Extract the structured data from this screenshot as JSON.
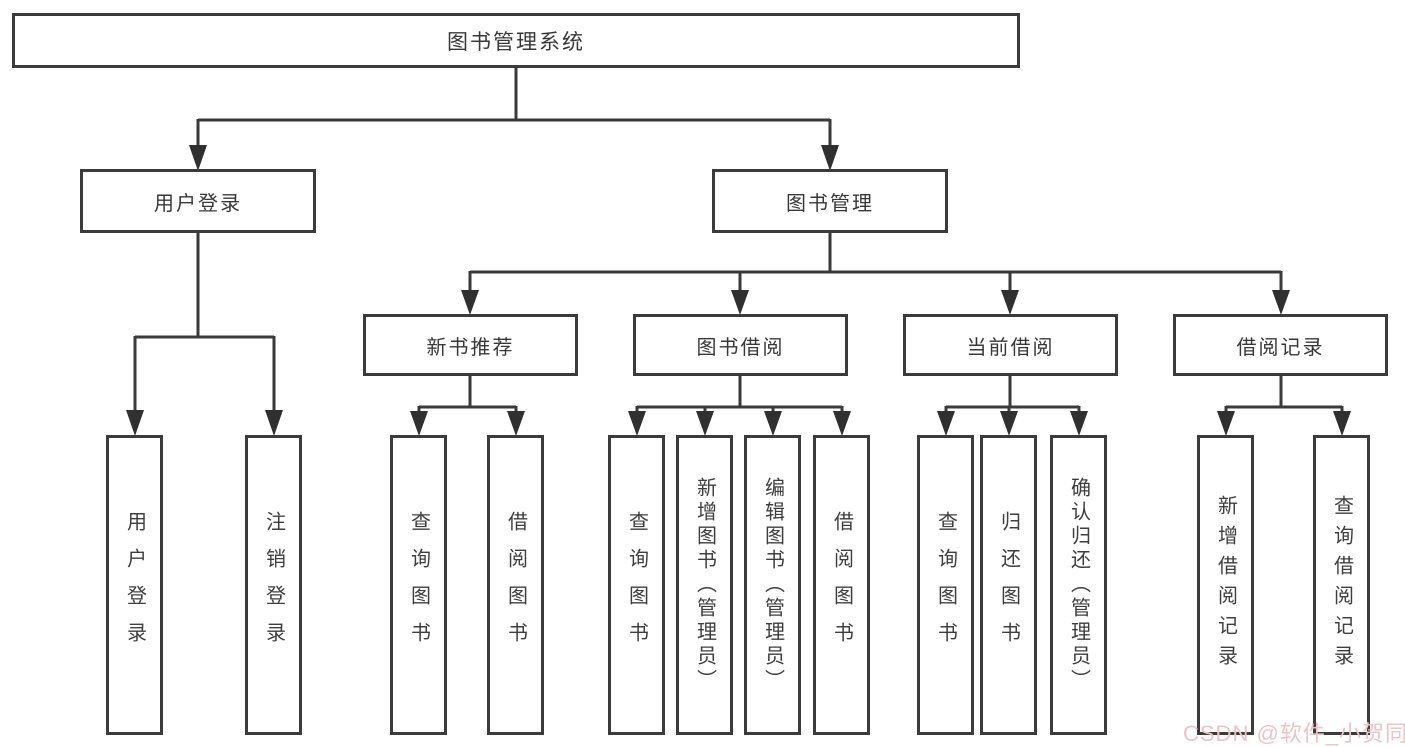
{
  "diagram": {
    "nodes": {
      "book_system": {
        "label": "图书管理系统"
      },
      "user_login": {
        "label": "用户登录"
      },
      "book_management": {
        "label": "图书管理"
      },
      "new_book_recommend": {
        "label": "新书推荐"
      },
      "book_borrowing": {
        "label": "图书借阅"
      },
      "current_borrowing": {
        "label": "当前借阅"
      },
      "borrowing_records": {
        "label": "借阅记录"
      },
      "leaf_user_login": {
        "label": "用户登录"
      },
      "leaf_logout": {
        "label": "注销登录"
      },
      "leaf_query_books_1": {
        "label": "查询图书"
      },
      "leaf_borrow_books_1": {
        "label": "借阅图书"
      },
      "leaf_query_books_2": {
        "label": "查询图书"
      },
      "leaf_add_book": {
        "label": "新增图书（管理员）"
      },
      "leaf_edit_book": {
        "label": "编辑图书（管理员）"
      },
      "leaf_borrow_books_2": {
        "label": "借阅图书"
      },
      "leaf_query_books_3": {
        "label": "查询图书"
      },
      "leaf_return_book": {
        "label": "归还图书"
      },
      "leaf_confirm_return": {
        "label": "确认归还（管理员）"
      },
      "leaf_add_borrow_record": {
        "label": "新增借阅记录"
      },
      "leaf_query_borrow_record": {
        "label": "查询借阅记录"
      }
    },
    "hierarchy": {
      "book_system": [
        "user_login",
        "book_management"
      ],
      "user_login": [
        "leaf_user_login",
        "leaf_logout"
      ],
      "book_management": [
        "new_book_recommend",
        "book_borrowing",
        "current_borrowing",
        "borrowing_records"
      ],
      "new_book_recommend": [
        "leaf_query_books_1",
        "leaf_borrow_books_1"
      ],
      "book_borrowing": [
        "leaf_query_books_2",
        "leaf_add_book",
        "leaf_edit_book",
        "leaf_borrow_books_2"
      ],
      "current_borrowing": [
        "leaf_query_books_3",
        "leaf_return_book",
        "leaf_confirm_return"
      ],
      "borrowing_records": [
        "leaf_add_borrow_record",
        "leaf_query_borrow_record"
      ]
    },
    "colors": {
      "line": "#3a3a3a",
      "box_border": "#3b3b3b",
      "text": "#3e3e3e",
      "watermark_text": "#edc3c7",
      "background": "#ffffff"
    },
    "watermark": {
      "text": "CSDN @软件_小贺同学"
    }
  }
}
